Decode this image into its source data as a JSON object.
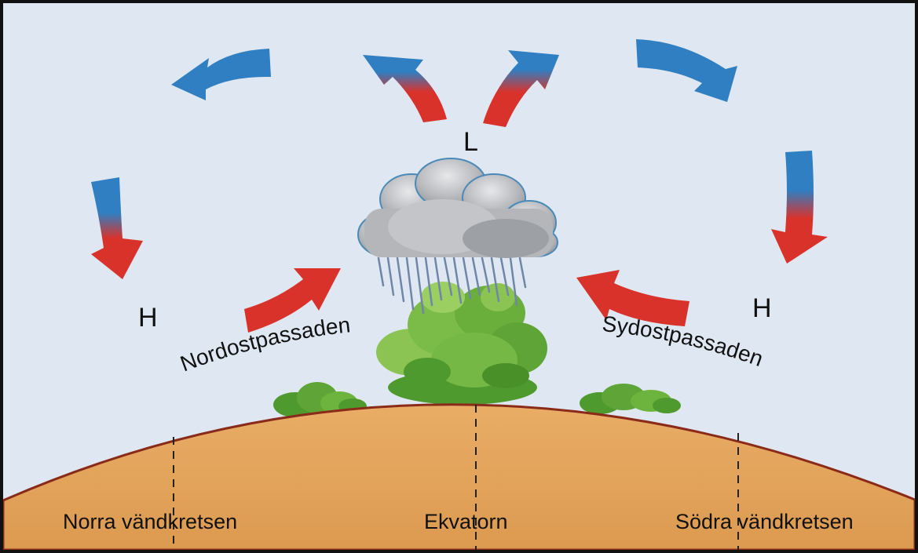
{
  "labels": {
    "low": "L",
    "high_north": "H",
    "high_south": "H",
    "trade_wind_north": "Nordostpassaden",
    "trade_wind_south": "Sydostpassaden",
    "tropic_north": "Norra vändkretsen",
    "equator": "Ekvatorn",
    "tropic_south": "Södra vändkretsen"
  },
  "colors": {
    "sky": "#dde7f2",
    "warm_air": "#d9322b",
    "cool_air": "#2f7fc2",
    "ground": "#e3a05a",
    "vegetation": "#5ea436",
    "cloud": "#a9abb0",
    "rain": "#6f86a8"
  },
  "icons": [
    "cloud-icon",
    "rain-icon",
    "tree-icon",
    "bush-icon",
    "air-flow-arrow-icon"
  ]
}
